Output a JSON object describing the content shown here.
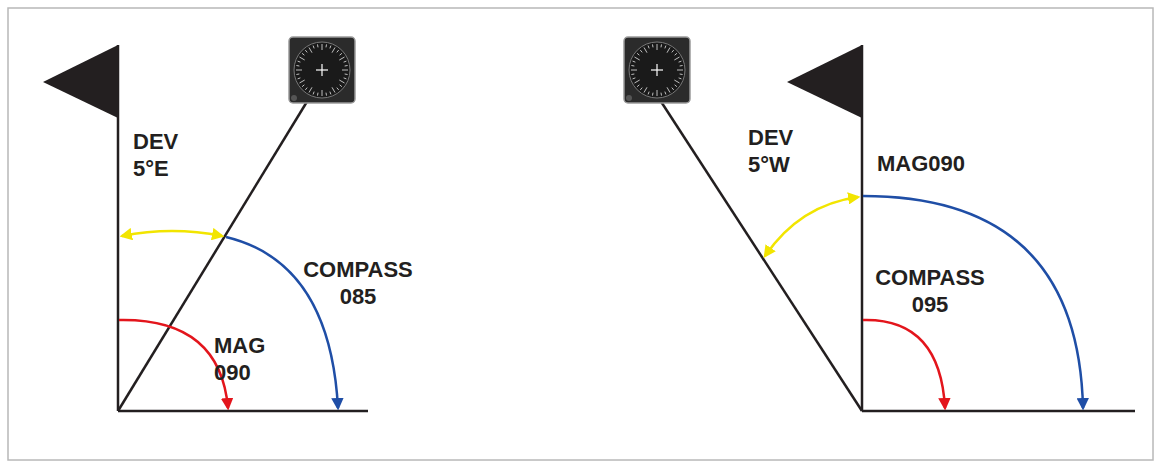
{
  "diagram": {
    "labels": [
      "DEV 5°E",
      "COMPASS 085",
      "MAG 090",
      "DEV 5°W",
      "MAG090",
      "COMPASS 095"
    ]
  }
}
